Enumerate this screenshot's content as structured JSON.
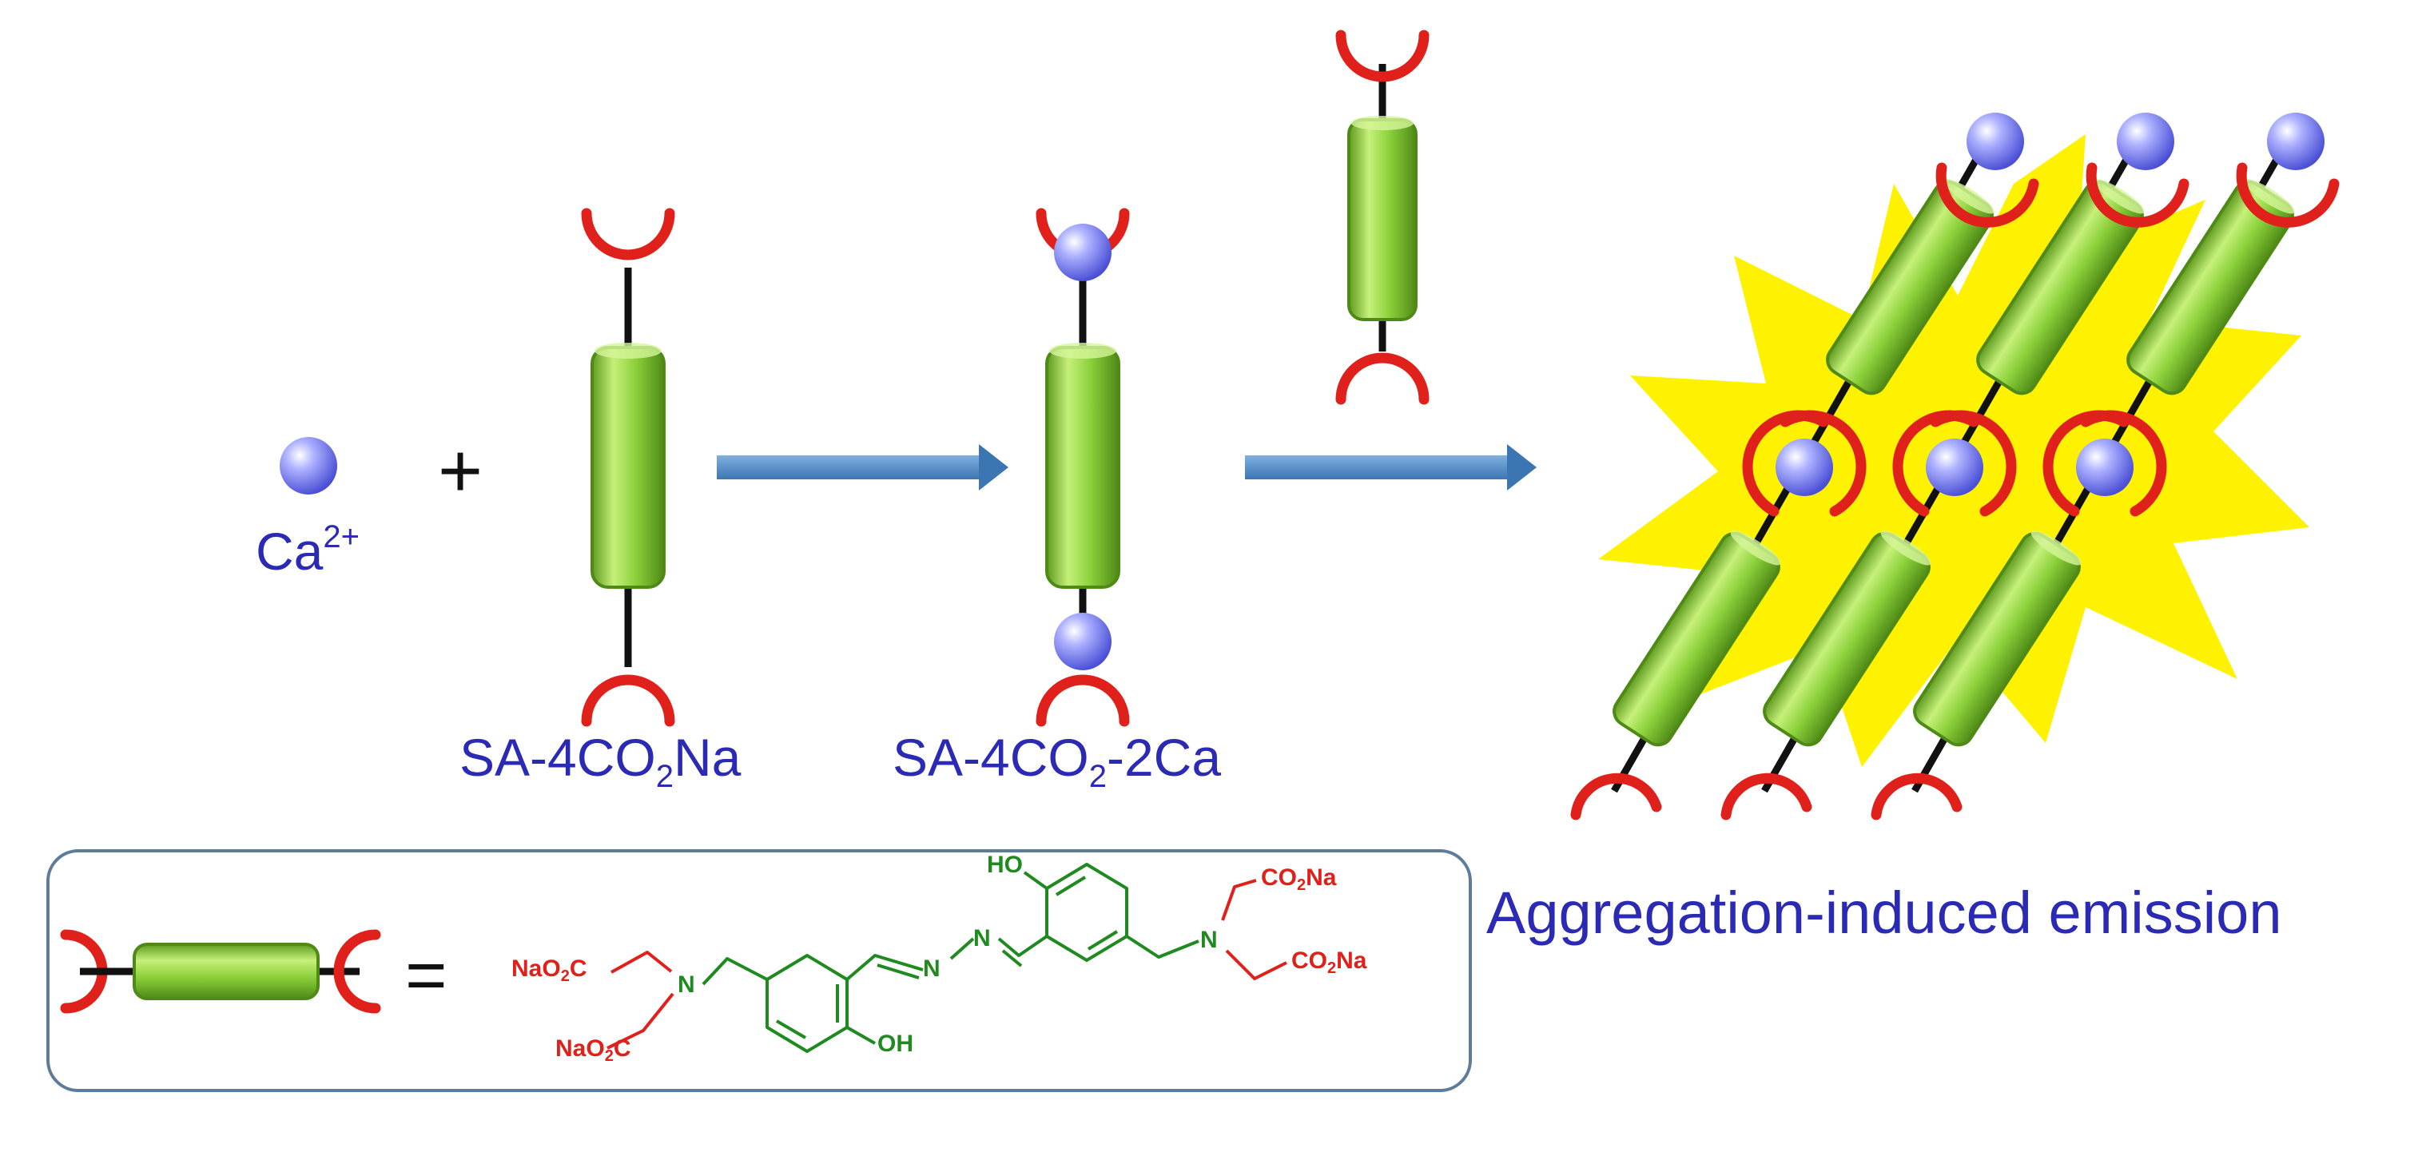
{
  "labels": {
    "calcium_ion": "Ca",
    "calcium_charge": "2+",
    "plus": "+",
    "ligand_prefix": "SA-4CO",
    "ligand_sub": "2",
    "ligand_suffix": "Na",
    "complex_prefix": "SA-4CO",
    "complex_sub": "2",
    "complex_suffix": "-2Ca",
    "aie": "Aggregation-induced emission",
    "equals": "="
  },
  "structure": {
    "hydroxyl_top": "HO",
    "hydroxyl_bottom": "OH",
    "n_left": "N",
    "n_right": "N",
    "azine_n1": "N",
    "azine_n2": "N",
    "nao2c_top_pre": "NaO",
    "nao2c_top_sub": "2",
    "nao2c_top_post": "C",
    "nao2c_bottom_pre": "NaO",
    "nao2c_bottom_sub": "2",
    "nao2c_bottom_post": "C",
    "co2na_top_pre": "CO",
    "co2na_top_sub": "2",
    "co2na_top_post": "Na",
    "co2na_right_pre": "CO",
    "co2na_right_sub": "2",
    "co2na_right_post": "Na"
  },
  "colors": {
    "ion_blue": "#6f74ee",
    "rod_green": "#8cd13b",
    "cup_red": "#e0201a",
    "arrow_blue": "#4c87c3",
    "burst_yellow": "#fff200",
    "label_blue": "#2a2ab5",
    "structure_green": "#1f8a1f",
    "structure_red": "#e0201a"
  }
}
